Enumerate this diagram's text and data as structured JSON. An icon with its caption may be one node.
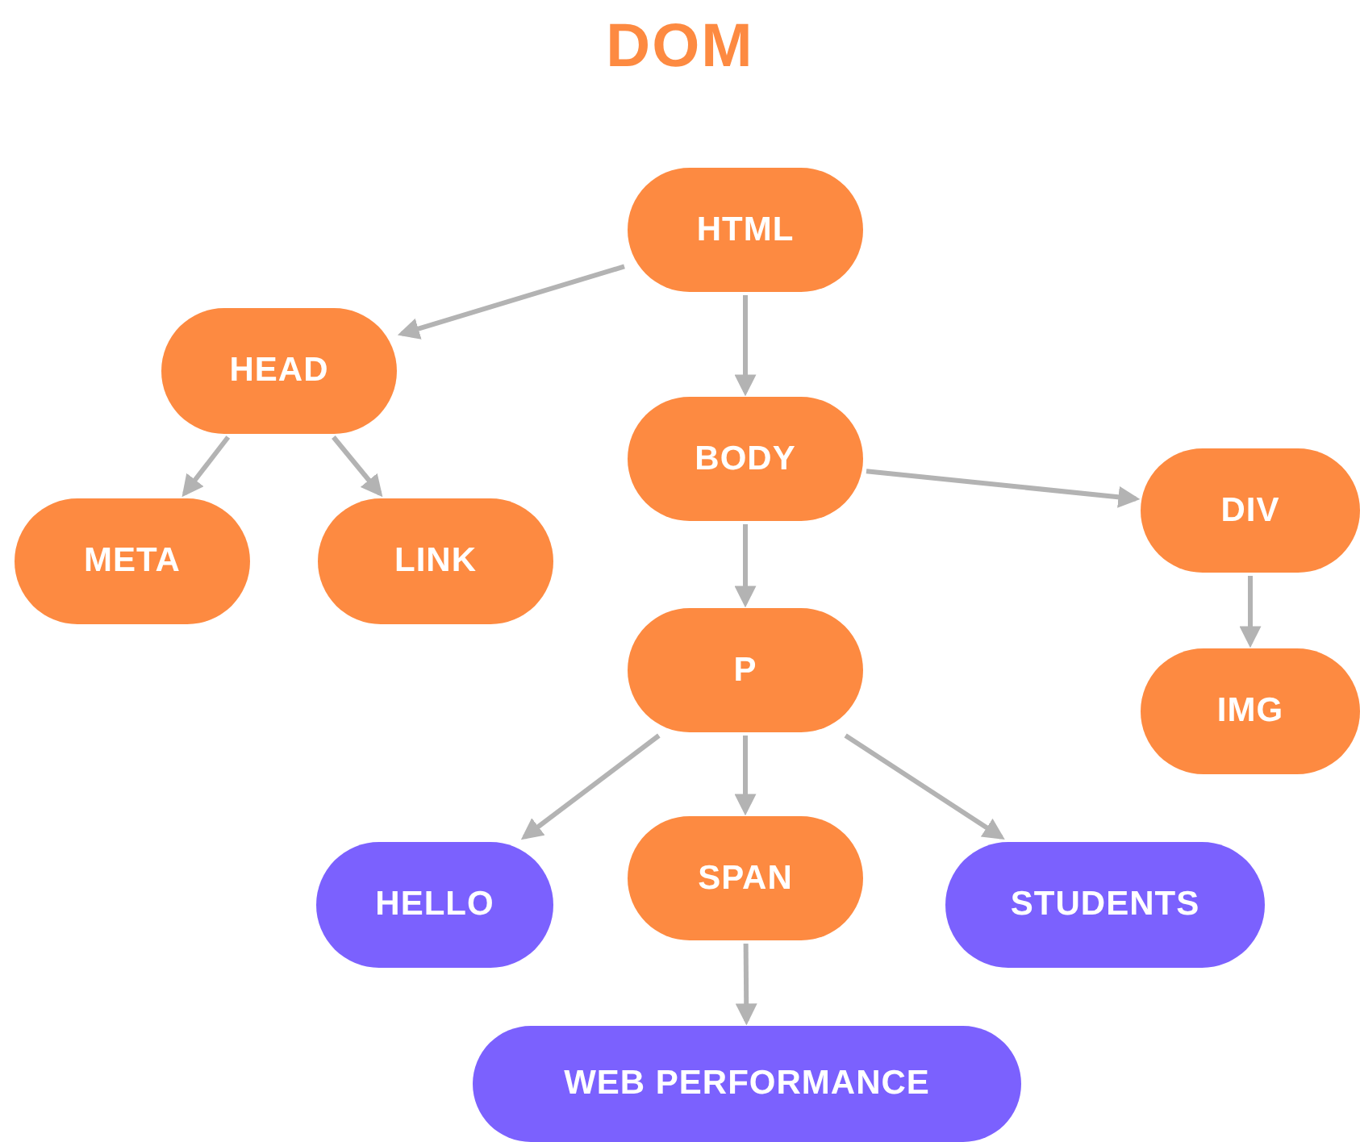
{
  "diagram": {
    "title": "DOM",
    "nodes": [
      {
        "text": [
          "HTML"
        ]
      },
      {
        "text": [
          "HEAD"
        ]
      },
      {
        "text": [
          "BODY"
        ]
      },
      {
        "text": [
          "DIV"
        ]
      },
      {
        "text": [
          "META"
        ]
      },
      {
        "text": [
          "LINK"
        ]
      },
      {
        "text": [
          "P"
        ]
      },
      {
        "text": [
          "IMG"
        ]
      },
      {
        "text": [
          "SPAN"
        ]
      },
      {
        "text": [
          "HELLO"
        ]
      },
      {
        "text": [
          "STUDENTS"
        ]
      },
      {
        "text": [
          "WEB PERFORMANCE"
        ]
      }
    ],
    "edges": [
      {
        "from": 0,
        "to": 1,
        "arrow": "to"
      },
      {
        "from": 0,
        "to": 2,
        "arrow": "to"
      },
      {
        "from": 1,
        "to": 4,
        "arrow": "to"
      },
      {
        "from": 1,
        "to": 5,
        "arrow": "to"
      },
      {
        "from": 2,
        "to": 3,
        "arrow": "to"
      },
      {
        "from": 2,
        "to": 6,
        "arrow": "to"
      },
      {
        "from": 3,
        "to": 7,
        "arrow": "to"
      },
      {
        "from": 6,
        "to": 9,
        "arrow": "to"
      },
      {
        "from": 6,
        "to": 8,
        "arrow": "to"
      },
      {
        "from": 6,
        "to": 10,
        "arrow": "to"
      },
      {
        "from": 8,
        "to": 11,
        "arrow": "to"
      }
    ]
  }
}
